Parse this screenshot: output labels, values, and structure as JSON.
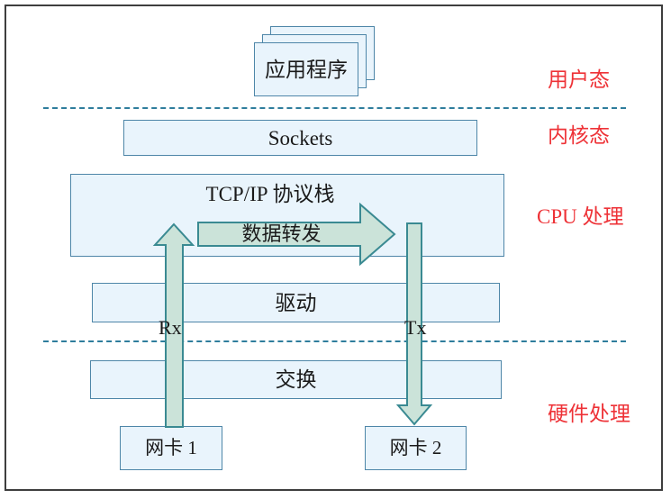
{
  "diagram": {
    "app_stack": {
      "label": "应用程序"
    },
    "boxes": {
      "sockets": "Sockets",
      "tcpip_stack": "TCP/IP 协议栈",
      "driver": "驱动",
      "switch": "交换",
      "nic1": "网卡 1",
      "nic2": "网卡 2"
    },
    "arrows": {
      "forward_label": "数据转发",
      "rx_label": "Rx",
      "tx_label": "Tx"
    },
    "zone_labels": {
      "user_mode": "用户态",
      "kernel_mode": "内核态",
      "cpu_processing": "CPU 处理",
      "hardware_processing": "硬件处理"
    },
    "colors": {
      "box_fill": "#e9f4fc",
      "box_border": "#4e86a8",
      "arrow_fill": "#cbe3d9",
      "arrow_border": "#3a8a92",
      "zone_label_red": "#ee3237",
      "dashed_line": "#2e7d9c",
      "frame_border": "#3e3e3e",
      "text": "#1a1a1a"
    }
  }
}
